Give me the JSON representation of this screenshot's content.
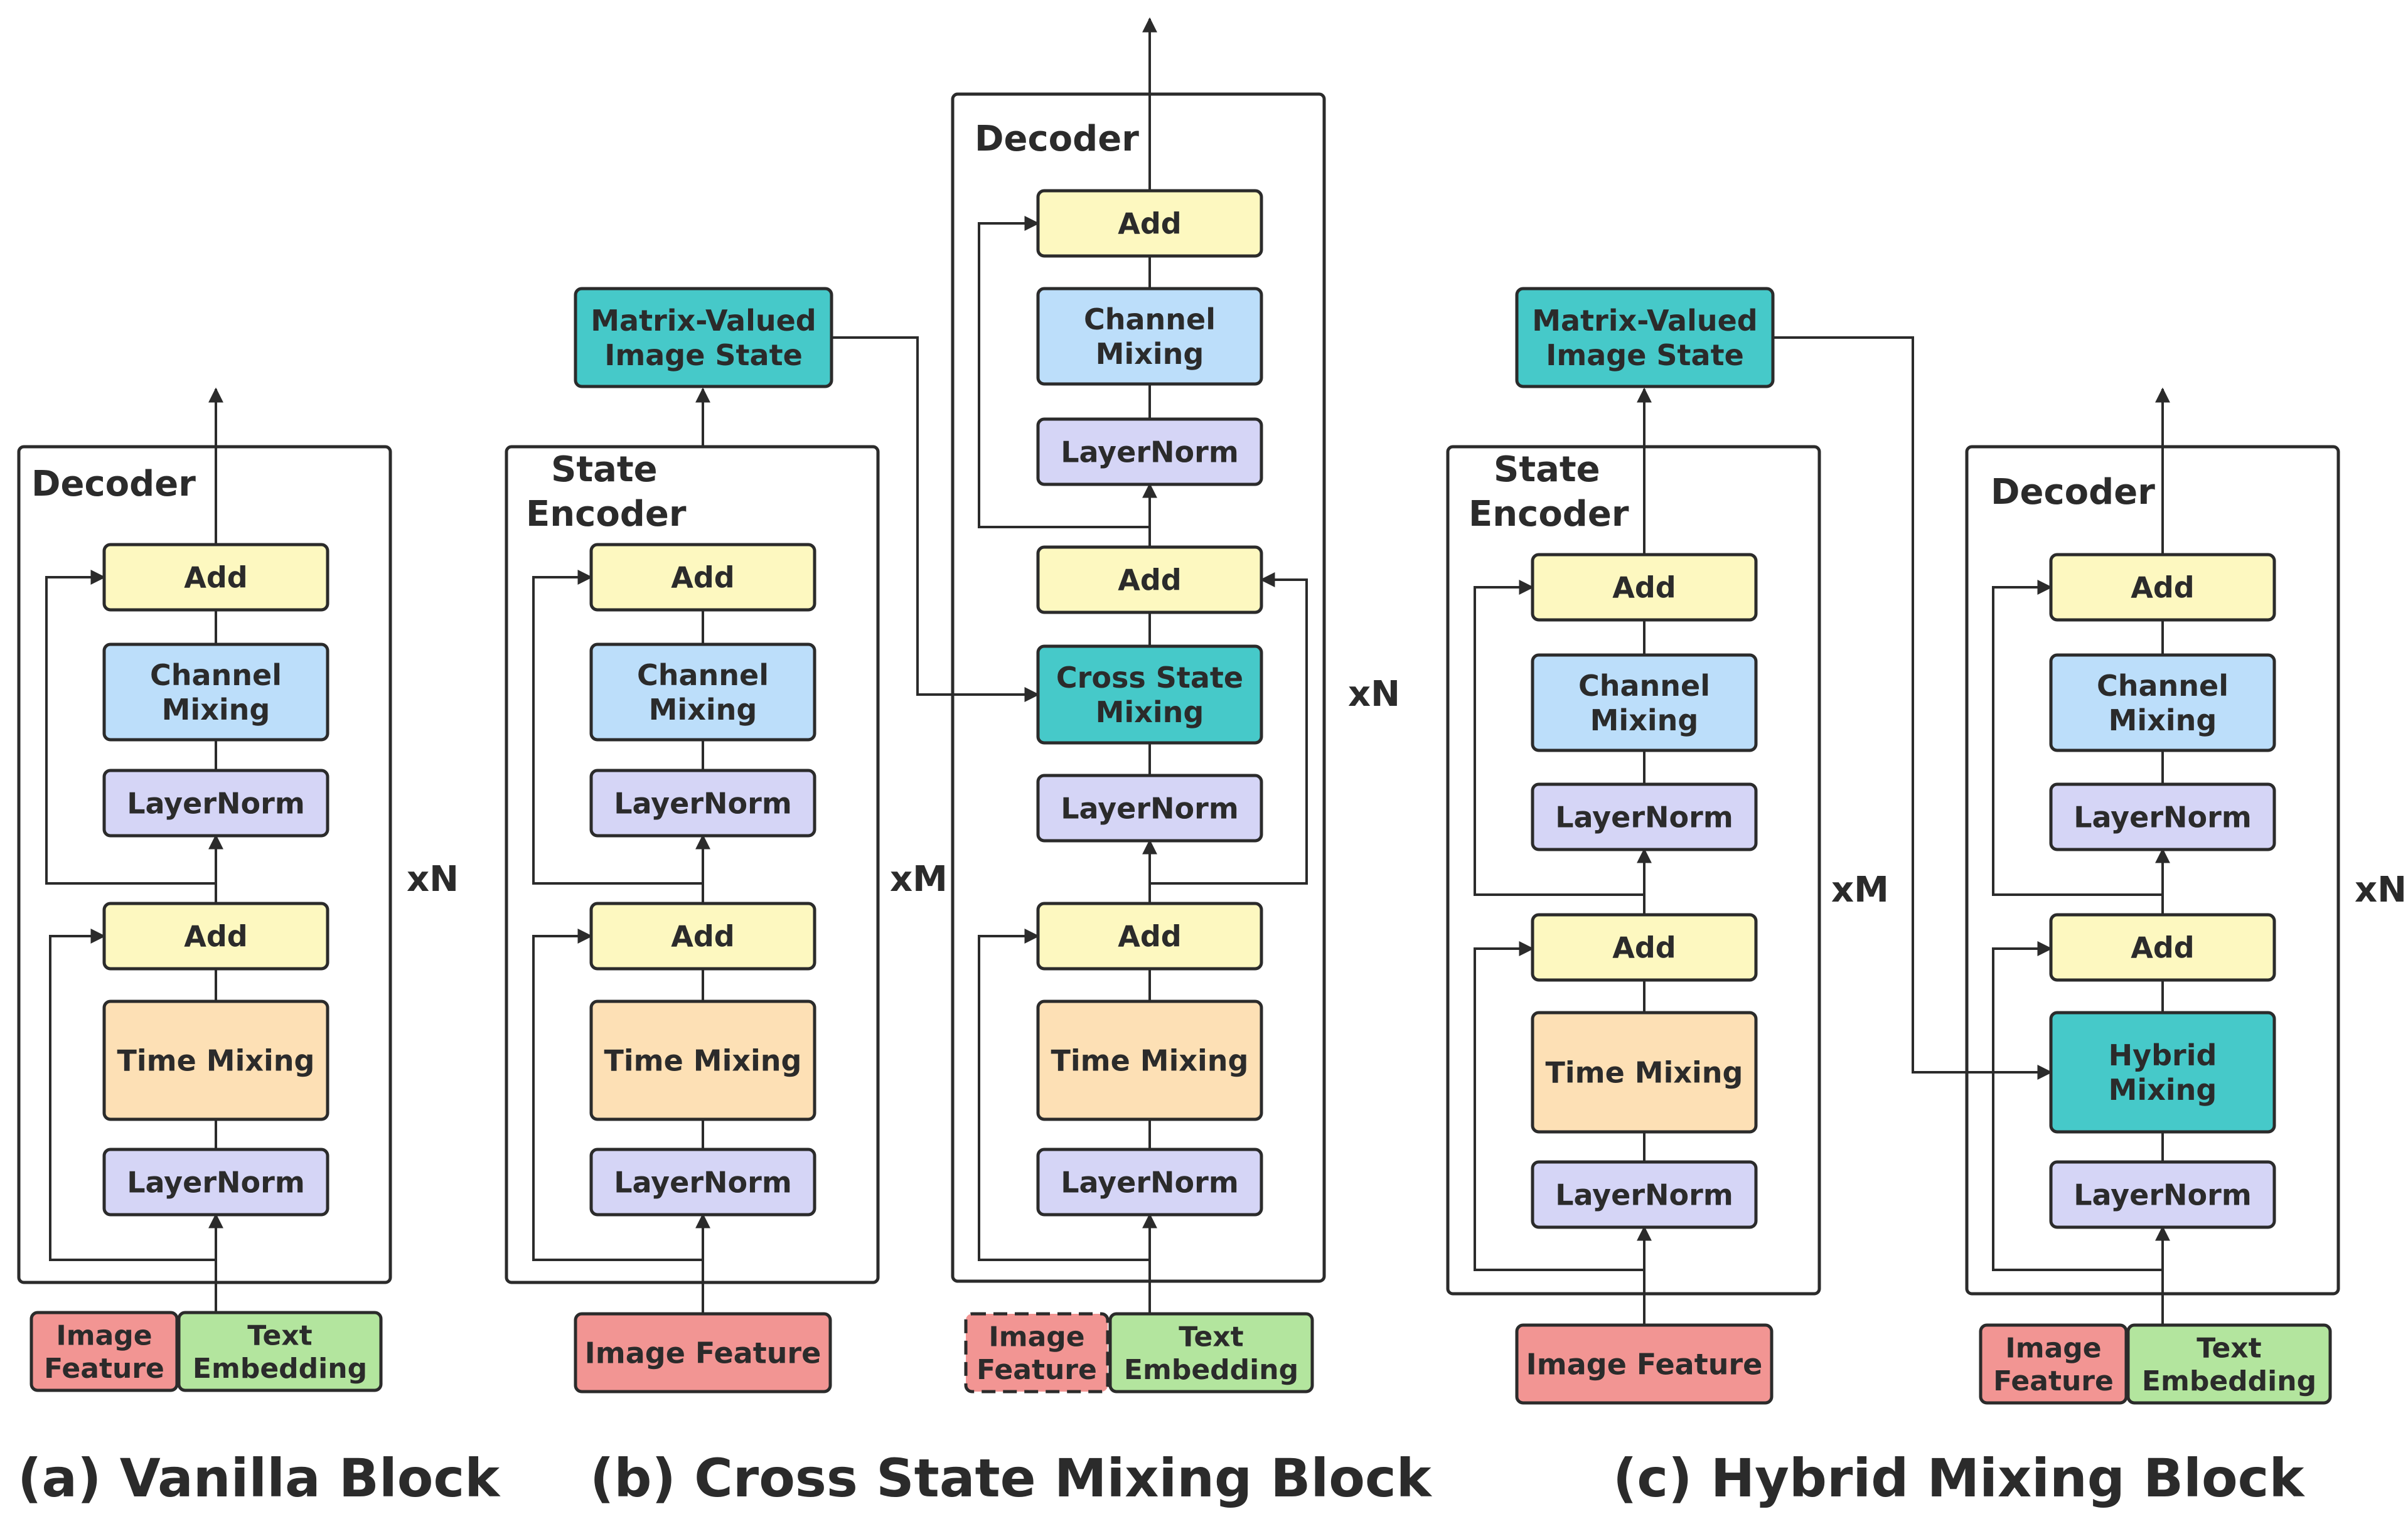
{
  "colors": {
    "add": "#fdf8c0",
    "channel": "#bcdefa",
    "layernorm": "#d5d5f6",
    "time": "#fde0b5",
    "state": "#46c9c9",
    "image": "#f29593",
    "text": "#b3e59e",
    "stroke": "#2b2b2b"
  },
  "labels": {
    "decoder": "Decoder",
    "state_encoder_line1": "State",
    "state_encoder_line2": "Encoder",
    "xN": "xN",
    "xM": "xM"
  },
  "blocks": {
    "add": "Add",
    "channel_mixing_1": "Channel",
    "channel_mixing_2": "Mixing",
    "layernorm": "LayerNorm",
    "time_mixing": "Time Mixing",
    "matrix_state_1": "Matrix-Valued",
    "matrix_state_2": "Image State",
    "cross_state_1": "Cross State",
    "cross_state_2": "Mixing",
    "hybrid_1": "Hybrid",
    "hybrid_2": "Mixing",
    "image_feature": "Image Feature",
    "image_1": "Image",
    "image_2": "Feature",
    "text_1": "Text",
    "text_2": "Embedding"
  },
  "captions": {
    "a": "(a) Vanilla Block",
    "b": "(b) Cross State Mixing Block",
    "c": "(c) Hybrid Mixing Block"
  }
}
